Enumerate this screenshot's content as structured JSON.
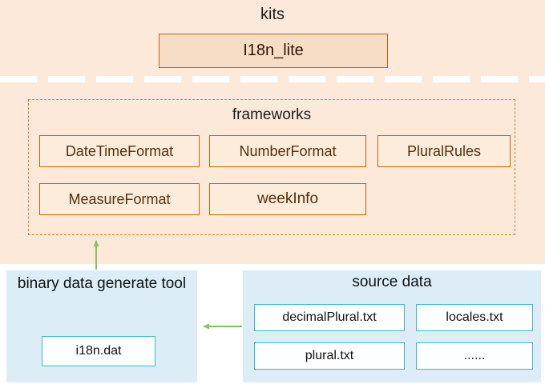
{
  "kits": {
    "title": "kits",
    "box": "I18n_lite"
  },
  "frameworks": {
    "title": "frameworks",
    "boxes": [
      "DateTimeFormat",
      "NumberFormat",
      "PluralRules",
      "MeasureFormat",
      "weekInfo"
    ]
  },
  "binary_tool": {
    "title": "binary data generate tool",
    "box": "i18n.dat"
  },
  "source_data": {
    "title": "source data",
    "boxes": [
      "decimalPlural.txt",
      "locales.txt",
      "plural.txt",
      "......"
    ]
  },
  "colors": {
    "peach_background": "#fce9da",
    "orange_border": "#c55f16",
    "orange_box_fill": "#f8ddc5",
    "dashed_border": "#d9822b",
    "blue_background": "#dcedf8",
    "teal_border": "#3eb7cf",
    "arrow_green": "#84c361"
  }
}
